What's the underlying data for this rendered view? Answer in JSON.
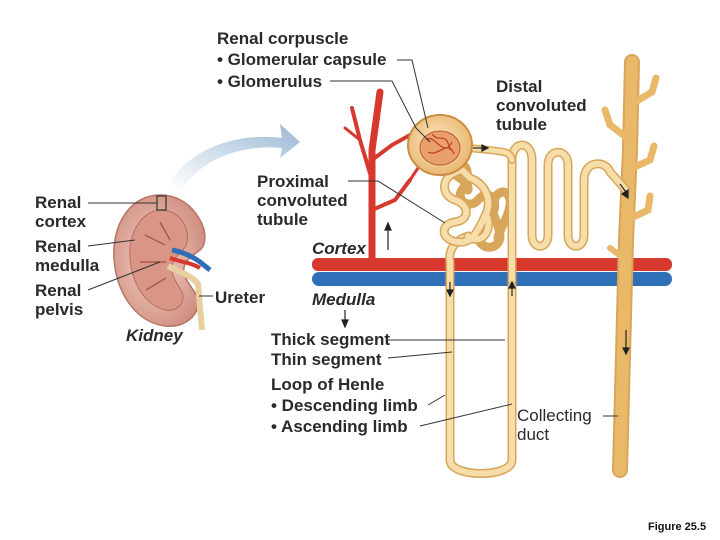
{
  "labels": {
    "renal_corpuscle": "Renal corpuscle",
    "glomerular_capsule": "• Glomerular capsule",
    "glomerulus": "• Glomerulus",
    "distal_1": "Distal",
    "distal_2": "convoluted",
    "distal_3": "tubule",
    "proximal_1": "Proximal",
    "proximal_2": "convoluted",
    "proximal_3": "tubule",
    "cortex": "Cortex",
    "medulla": "Medulla",
    "renal_cortex_1": "Renal",
    "renal_cortex_2": "cortex",
    "renal_medulla_1": "Renal",
    "renal_medulla_2": "medulla",
    "renal_pelvis_1": "Renal",
    "renal_pelvis_2": "pelvis",
    "ureter": "Ureter",
    "kidney": "Kidney",
    "thick_segment": "Thick segment",
    "thin_segment": "Thin segment",
    "loop_of_henle": "Loop of Henle",
    "descending_limb": "• Descending limb",
    "ascending_limb": "• Ascending limb",
    "collecting_1": "Collecting",
    "collecting_2": "duct",
    "figure_caption": "Figure 25.5"
  },
  "colors": {
    "tubule": "#f2cf8c",
    "tubule_edge": "#d7a65a",
    "collecting_duct": "#e9b868",
    "artery": "#d8392f",
    "vein": "#2f6fb8",
    "kidney": "#e0a89a",
    "arrow": "#9bb8d3"
  }
}
